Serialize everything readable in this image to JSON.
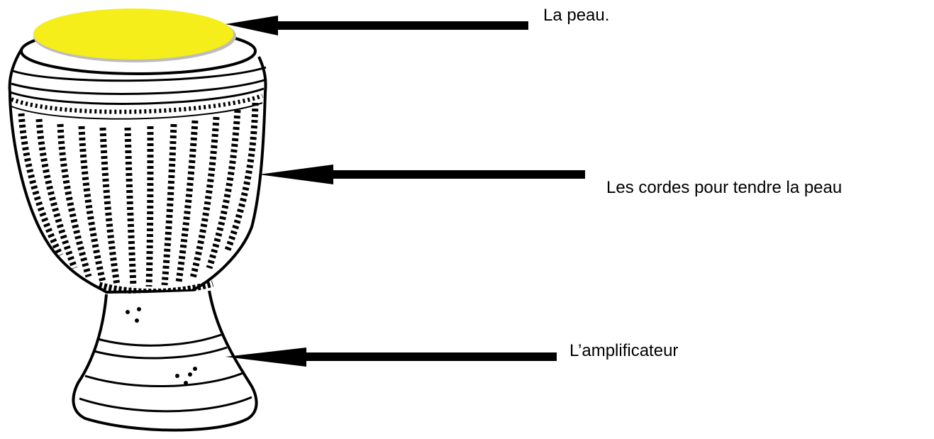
{
  "labels": {
    "skin": "La peau.",
    "ropes": "Les cordes pour tendre la peau",
    "amplifier": "L’amplificateur"
  },
  "colors": {
    "skin_fill": "#f5ee1a",
    "ink": "#000000",
    "background": "#ffffff"
  }
}
